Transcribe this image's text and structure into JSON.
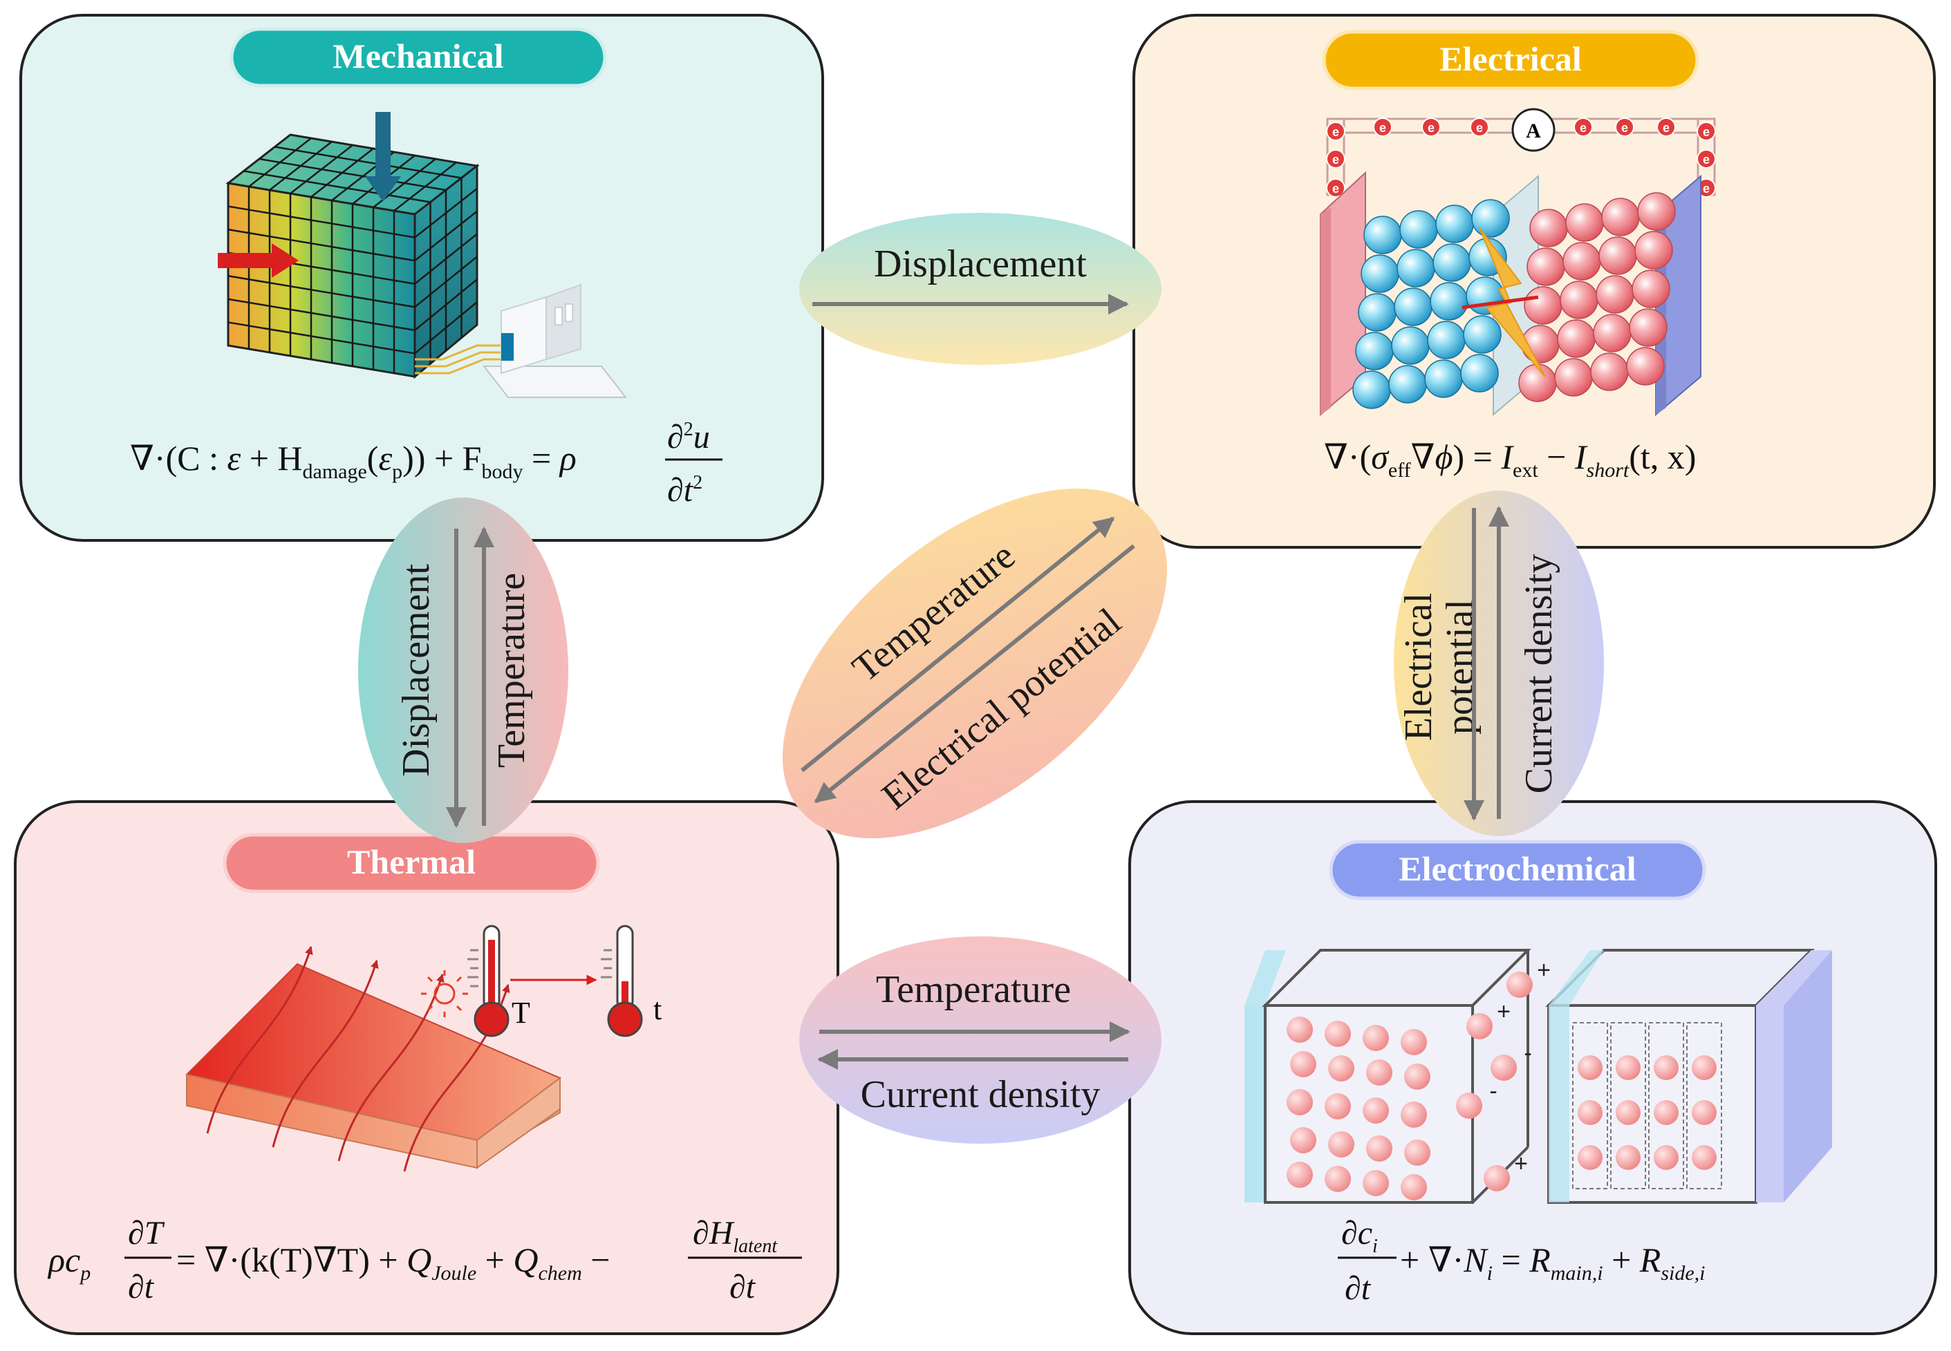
{
  "modules": {
    "mechanical": {
      "title": "Mechanical",
      "accent": "#1bb3ae",
      "background": "#e2f4f2",
      "equation": {
        "nabla": "∇",
        "dot": "·",
        "open": "(",
        "C": "C",
        "colon": " : ",
        "eps": "ε",
        "plus1": " + ",
        "H": "H",
        "damage": "damage",
        "open2": "(",
        "eps2": "ε",
        "p": "p",
        "close": "))",
        "plus2": " + ",
        "F": "F",
        "body": "body",
        "eq": " = ",
        "rho": "ρ",
        "num": "∂",
        "num_sup": "2",
        "num_u": "u",
        "den": "∂",
        "den_t": "t",
        "den_sup": "2"
      }
    },
    "electrical": {
      "title": "Electrical",
      "accent": "#f5b400",
      "background": "#fdf0de",
      "ammeter_label": "A",
      "electron_label": "e",
      "equation": {
        "nabla": "∇",
        "dot": "·",
        "open": "(",
        "sigma": "σ",
        "eff": "eff",
        "nabla2": "∇",
        "phi": "ϕ",
        "close": ")",
        "eq": " = ",
        "I1": "I",
        "ext": "ext",
        "minus": " − ",
        "I2": "I",
        "short": "short",
        "args": "(t, x)"
      }
    },
    "thermal": {
      "title": "Thermal",
      "accent": "#f28585",
      "background": "#fde4e4",
      "therm_T": "T",
      "therm_t": "t",
      "equation": {
        "rho": "ρc",
        "p": "p",
        "num": "∂T",
        "den": "∂t",
        "eq": " = ",
        "nabla": "∇",
        "mid": "·",
        "k": "(k(T)∇T)",
        "plus1": " + ",
        "Q1": "Q",
        "joule": "Joule",
        "plus2": " + ",
        "Q2": "Q",
        "chem": "chem",
        "minus": " − ",
        "numH": "∂H",
        "latent": "latent",
        "denH": "∂t"
      }
    },
    "electrochemical": {
      "title": "Electrochemical",
      "accent": "#8a9cf0",
      "background": "#eeeef9",
      "plus": "+",
      "minus": "-",
      "equation": {
        "num": "∂c",
        "i": "i",
        "den": "∂t",
        "plus1": " + ",
        "nabla": "∇",
        "dot": "·",
        "N": "N",
        "ni": "i",
        "eq": " = ",
        "R1": "R",
        "main": "main,i",
        "plus2": " + ",
        "R2": "R",
        "side": "side,i"
      }
    }
  },
  "couplings": {
    "mech_to_elec": "Displacement",
    "mech_thermal_down": "Displacement",
    "mech_thermal_up": "Temperature",
    "diag_temperature": "Temperature",
    "diag_potential": "Electrical potential",
    "elec_ec_potential_1": "Electrical",
    "elec_ec_potential_2": "potential",
    "elec_ec_current": "Current density",
    "thermal_ec_top": "Temperature",
    "thermal_ec_bottom": "Current density"
  },
  "colors": {
    "arrow": "#7a7a7a",
    "red_arrow": "#d9201f",
    "blue_arrow": "#1f6b8a"
  }
}
